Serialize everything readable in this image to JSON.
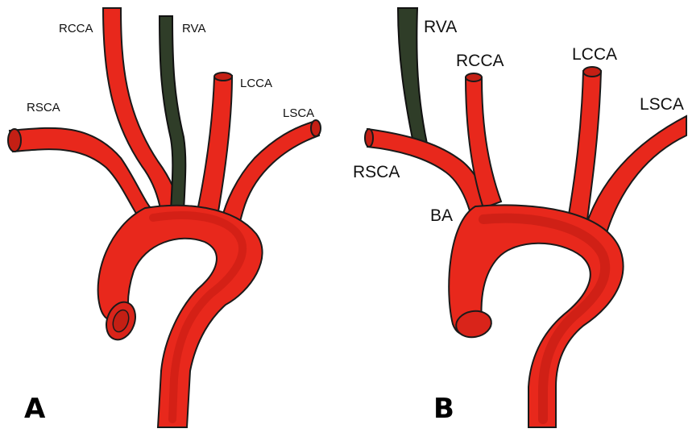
{
  "panels": [
    {
      "letter": "A",
      "labels": {
        "rcca": "RCCA",
        "rva": "RVA",
        "lcca": "LCCA",
        "rsca": "RSCA",
        "lsca": "LSCA"
      }
    },
    {
      "letter": "B",
      "labels": {
        "rva": "RVA",
        "rcca": "RCCA",
        "lcca": "LCCA",
        "lsca": "LSCA",
        "rsca": "RSCA",
        "ba": "BA"
      }
    }
  ],
  "colors": {
    "artery": "#e8281c",
    "artery_dark": "#b81810",
    "vertebral": "#2f3d28",
    "outline": "#1a1a1a"
  }
}
